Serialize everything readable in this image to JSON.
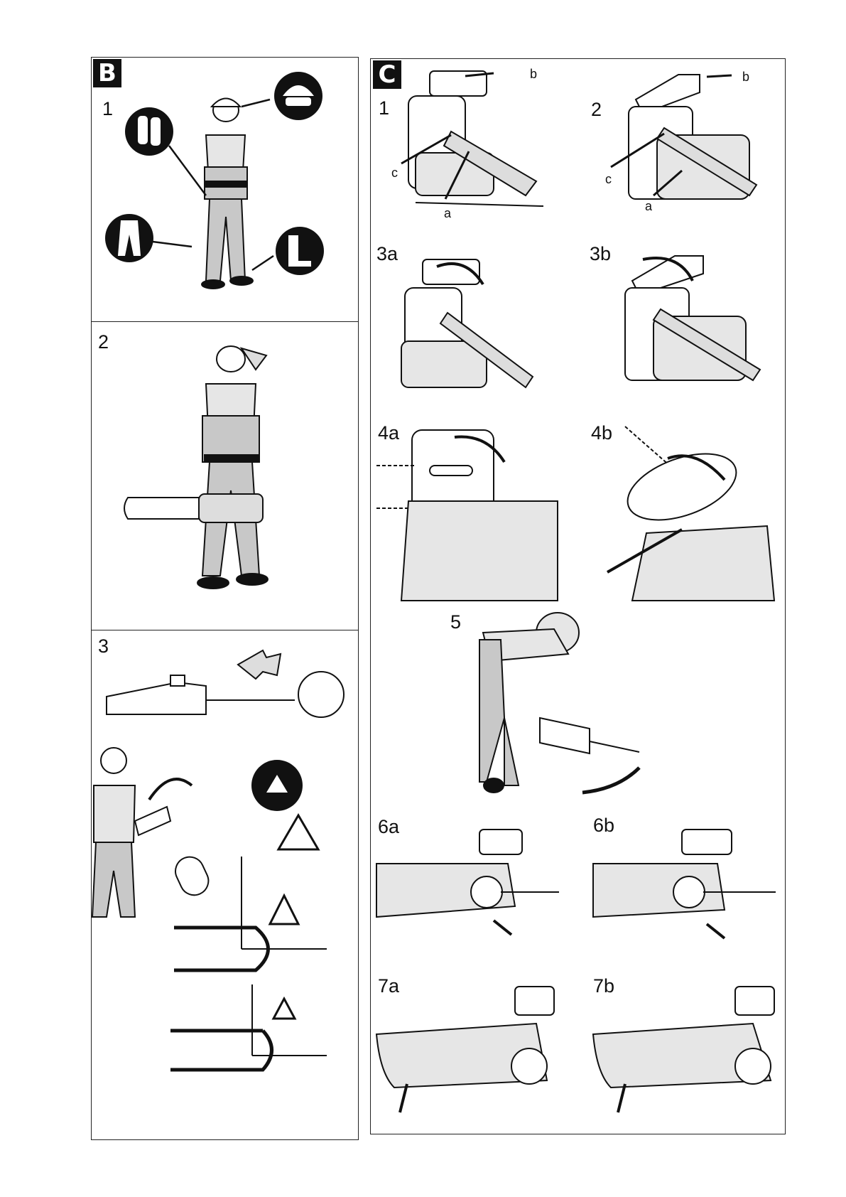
{
  "sections": {
    "b": {
      "letter": "B",
      "figures": [
        {
          "number": "1",
          "icons": [
            "helmet-visor-earmuffs-icon",
            "gloves-icon",
            "trousers-icon",
            "boots-icon"
          ]
        },
        {
          "number": "2"
        },
        {
          "number": "3",
          "icons": [
            "kickback-warning-icon",
            "warning-triangle-icon"
          ]
        }
      ]
    },
    "c": {
      "letter": "C",
      "figures": [
        {
          "number": "1",
          "labels": {
            "a": "a",
            "b": "b",
            "c": "c"
          }
        },
        {
          "number": "2",
          "labels": {
            "a": "a",
            "b": "b",
            "c": "c"
          }
        },
        {
          "number": "3a"
        },
        {
          "number": "3b"
        },
        {
          "number": "4a"
        },
        {
          "number": "4b"
        },
        {
          "number": "5"
        },
        {
          "number": "6a"
        },
        {
          "number": "6b"
        },
        {
          "number": "7a"
        },
        {
          "number": "7b"
        }
      ]
    }
  },
  "colors": {
    "ink": "#111111",
    "grey_fill": "#c8c8c8",
    "light_fill": "#e6e6e6"
  }
}
